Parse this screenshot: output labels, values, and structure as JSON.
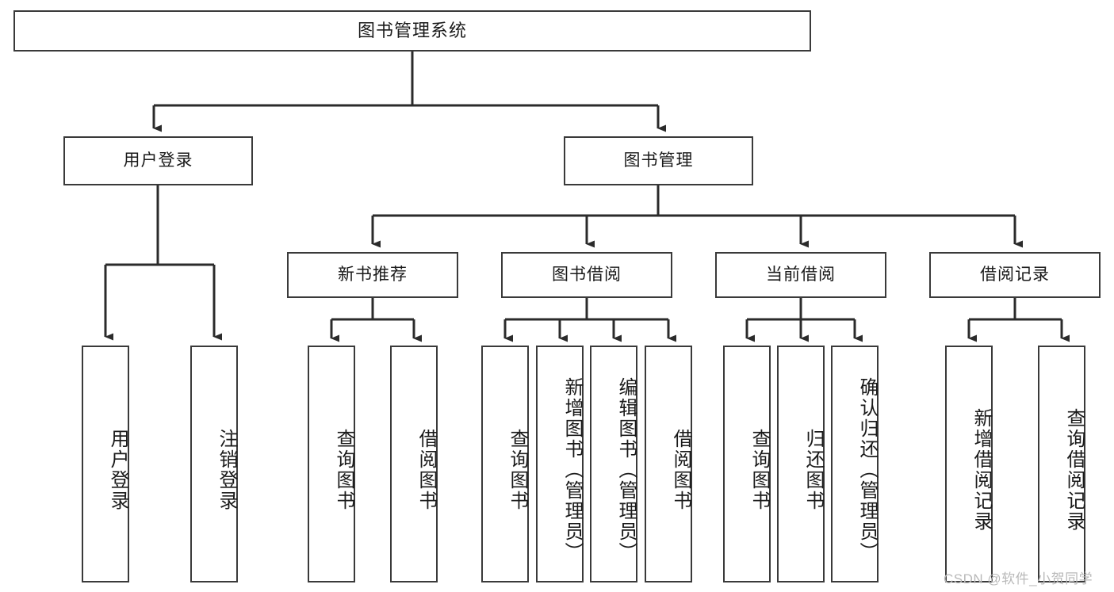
{
  "diagram": {
    "title": "图书管理系统",
    "type": "tree-hierarchy-diagram",
    "colors": {
      "box_border": "#3a3a3a",
      "box_fill": "#ffffff",
      "connector": "#2b2b2b",
      "text": "#1a1a1a",
      "watermark": "#b9b9b9"
    },
    "nodes": {
      "root": {
        "label": "图书管理系统"
      },
      "level2": [
        {
          "label": "用户登录"
        },
        {
          "label": "图书管理"
        }
      ],
      "level3": [
        {
          "label": "新书推荐"
        },
        {
          "label": "图书借阅"
        },
        {
          "label": "当前借阅"
        },
        {
          "label": "借阅记录"
        }
      ],
      "leaves": {
        "user_login": [
          {
            "label": "用户登录"
          },
          {
            "label": "注销登录"
          }
        ],
        "new_book_recommend": [
          {
            "label": "查询图书"
          },
          {
            "label": "借阅图书"
          }
        ],
        "book_borrow": [
          {
            "label": "查询图书"
          },
          {
            "label": "新增图书（管理员）"
          },
          {
            "label": "编辑图书（管理员）"
          },
          {
            "label": "借阅图书"
          }
        ],
        "current_borrow": [
          {
            "label": "查询图书"
          },
          {
            "label": "归还图书"
          },
          {
            "label": "确认归还（管理员）"
          }
        ],
        "borrow_record": [
          {
            "label": "新增借阅记录"
          },
          {
            "label": "查询借阅记录"
          }
        ]
      }
    },
    "watermark": "CSDN @软件_小贺同学"
  }
}
